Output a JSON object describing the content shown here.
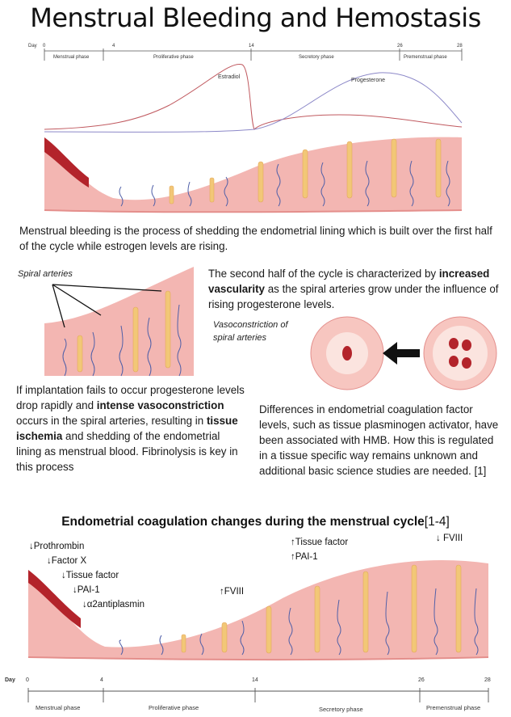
{
  "title": "Menstrual Bleeding and Hemostasis",
  "top_timeline": {
    "day_label": "Day",
    "days": [
      "0",
      "4",
      "14",
      "26",
      "28"
    ],
    "phases": [
      "Menstrual phase",
      "Proliferative phase",
      "Secretory phase",
      "Premenstrual phase"
    ],
    "hormones": [
      "Estradiol",
      "Progesterone"
    ]
  },
  "paragraph1": "Menstrual bleeding is the process of shedding the endometrial lining which is built over the first half of the cycle while estrogen levels are rising.",
  "spiral_label": "Spiral arteries",
  "paragraph2": {
    "pre": "The second half of the cycle is characterized by ",
    "bold": "increased vascularity",
    "post": " as the spiral arteries grow under the influence of rising progesterone levels."
  },
  "vasoconstriction_label": "Vasoconstriction of spiral arteries",
  "paragraph3": {
    "t1": "If implantation fails to occur progesterone levels drop rapidly and ",
    "b1": "intense vasoconstriction",
    "t2": " occurs in the spiral arteries, resulting in ",
    "b2": "tissue ischemia",
    "t3": " and shedding of the endometrial lining as menstrual blood. Fibrinolysis is key in this process"
  },
  "paragraph4": "Differences in endometrial coagulation factor levels, such as tissue plasminogen activator, have been associated with HMB. How this is regulated in a tissue specific way remains unknown and additional basic science studies are needed. [1]",
  "section_title": "Endometrial coagulation changes during the menstrual cycle",
  "section_ref": "[1-4]",
  "coag_labels": [
    "↓Prothrombin",
    "↓Factor X",
    "↓Tissue factor",
    "↓PAI-1",
    "↓α2antiplasmin",
    "↑FVIII",
    "↑Tissue factor",
    "↑PAI-1",
    "↓ FVIII"
  ],
  "bottom_timeline": {
    "day_label": "Day",
    "days": [
      "0",
      "4",
      "14",
      "26",
      "28"
    ],
    "phases": [
      "Menstrual phase",
      "Proliferative phase",
      "Secretory phase",
      "Premenstrual phase"
    ]
  },
  "colors": {
    "tissue": "#f3b6b2",
    "tissue_dark": "#e48f8c",
    "blood": "#b3242b",
    "gland": "#f2c777",
    "vessel": "#4f5fa8",
    "estradiol": "#c0595f",
    "progesterone": "#8c88c8"
  }
}
